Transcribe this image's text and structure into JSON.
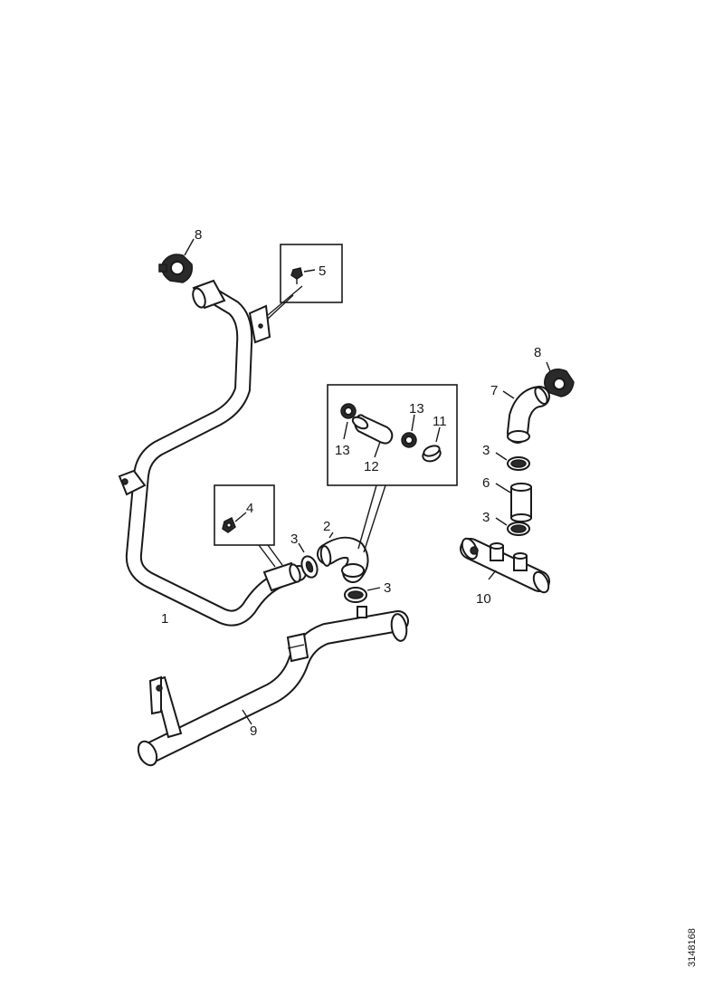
{
  "callouts": {
    "c1": "1",
    "c2": "2",
    "c3a": "3",
    "c3b": "3",
    "c3c": "3",
    "c3d": "3",
    "c4": "4",
    "c5": "5",
    "c6": "6",
    "c7": "7",
    "c8a": "8",
    "c8b": "8",
    "c9": "9",
    "c10": "10",
    "c11": "11",
    "c12": "12",
    "c13a": "13",
    "c13b": "13"
  },
  "reference_code": "3148168"
}
